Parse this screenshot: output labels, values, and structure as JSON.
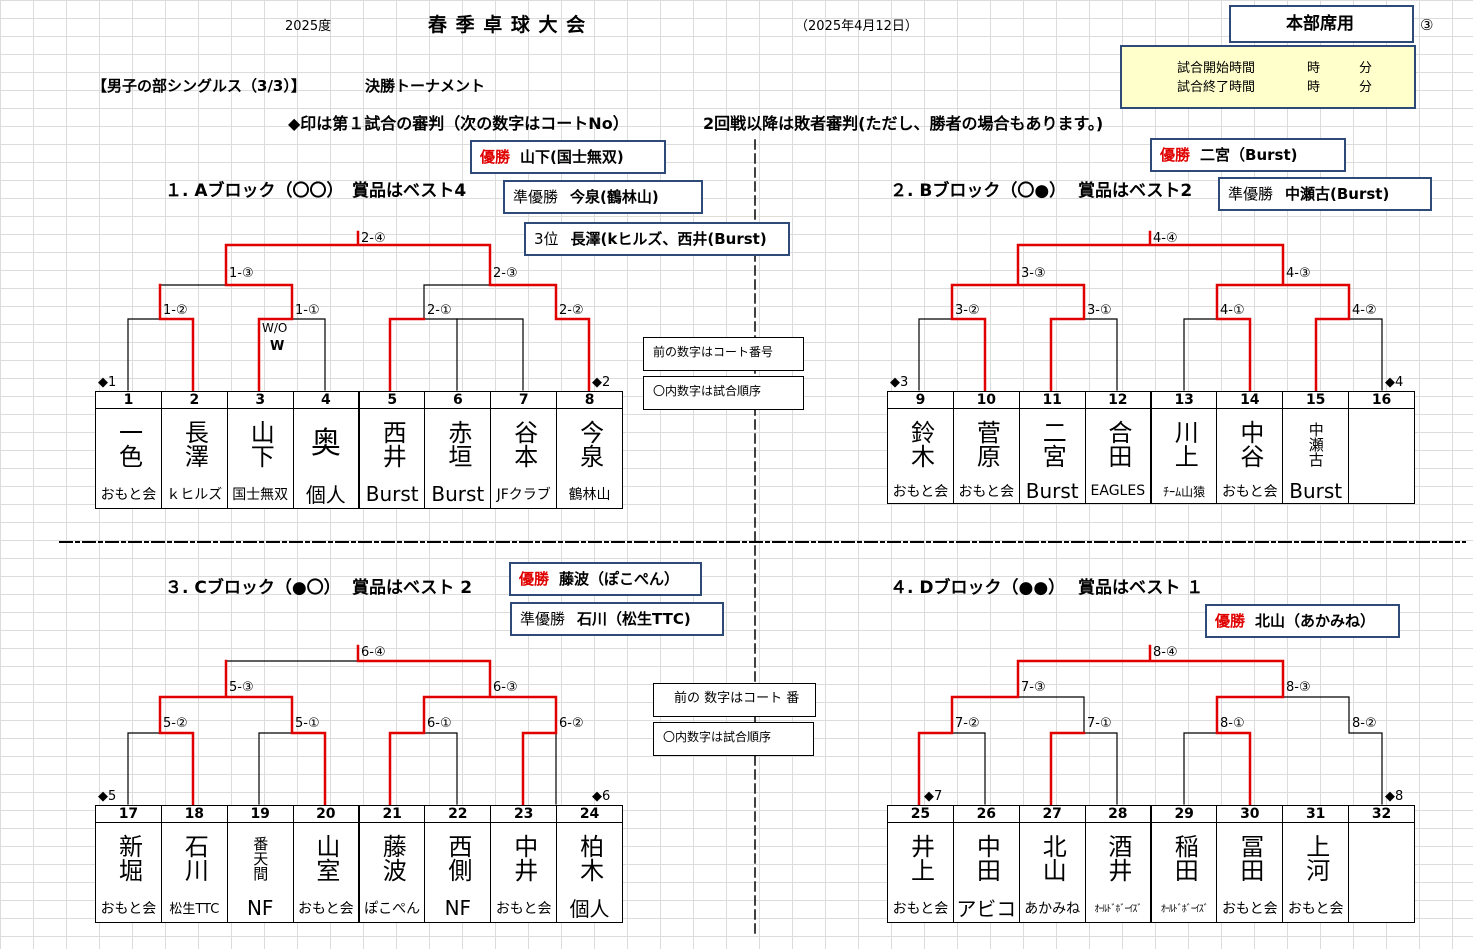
{
  "header": {
    "year": "2025度",
    "title": "春 季 卓 球 大 会",
    "date": "（2025年4月12日）",
    "hq_label": "本部席用",
    "page_mark": "③",
    "start_time": "試合開始時間　　　　時　　　分",
    "end_time": "試合終了時間　　　　時　　　分",
    "section": "【男子の部シングルス（3/3）】",
    "section2": "決勝トーナメント",
    "note1": "◆印は第１試合の審判（次の数字はコートNo）",
    "note2": "2回戦以降は敗者審判(ただし、勝者の場合もあります。)"
  },
  "legend_top": {
    "line1": "前の数字はコート番号",
    "line2": "〇内数字は試合順序"
  },
  "legend_bottom": {
    "line1": "前の 数字はコート 番",
    "line2": "〇内数字は試合順序"
  },
  "blocks": {
    "a": {
      "title": "１. Aブロック（〇〇）",
      "prize": "賞品はベスト4",
      "winner_label": "優勝",
      "winner": "山下(国士無双)",
      "runner_label": "準優勝",
      "runner": "今泉(鶴林山)",
      "third_label": "3位",
      "third": "長澤(kヒルズ、西井(Burst)",
      "matches": [
        "2-④",
        "1-③",
        "2-③",
        "1-②",
        "1-①",
        "2-①",
        "2-②"
      ],
      "wo1": "W/O",
      "wo2": "W",
      "refs": [
        "◆1",
        "◆2"
      ],
      "players": [
        {
          "no": "1",
          "name": "一色",
          "club": "おもと会"
        },
        {
          "no": "2",
          "name": "長澤",
          "club": "ｋヒルズ"
        },
        {
          "no": "3",
          "name": "山下",
          "club": "国士無双"
        },
        {
          "no": "4",
          "name": "奥",
          "club": "個人"
        },
        {
          "no": "5",
          "name": "西井",
          "club": "Burst"
        },
        {
          "no": "6",
          "name": "赤垣",
          "club": "Burst"
        },
        {
          "no": "7",
          "name": "谷本",
          "club": "JFクラブ"
        },
        {
          "no": "8",
          "name": "今泉",
          "club": "鶴林山"
        }
      ]
    },
    "b": {
      "title": "２. Bブロック（〇●）",
      "prize": "賞品はベスト2",
      "winner_label": "優勝",
      "winner": "二宮（Burst)",
      "runner_label": "準優勝",
      "runner": "中瀬古(Burst)",
      "matches": [
        "4-④",
        "3-③",
        "4-③",
        "3-②",
        "3-①",
        "4-①",
        "4-②"
      ],
      "refs": [
        "◆3",
        "◆4"
      ],
      "players": [
        {
          "no": "9",
          "name": "鈴木",
          "club": "おもと会"
        },
        {
          "no": "10",
          "name": "菅原",
          "club": "おもと会"
        },
        {
          "no": "11",
          "name": "二宮",
          "club": "Burst"
        },
        {
          "no": "12",
          "name": "合田",
          "club": "EAGLES"
        },
        {
          "no": "13",
          "name": "川上",
          "club": "ﾁｰﾑ山猿"
        },
        {
          "no": "14",
          "name": "中谷",
          "club": "おもと会"
        },
        {
          "no": "15",
          "name": "中瀬古",
          "club": "Burst"
        },
        {
          "no": "16",
          "name": "",
          "club": ""
        }
      ]
    },
    "c": {
      "title": "３. Cブロック（●〇）",
      "prize": "賞品はベスト 2",
      "winner_label": "優勝",
      "winner": "藤波（ぽこぺん）",
      "runner_label": "準優勝",
      "runner": "石川（松生TTC)",
      "matches": [
        "6-④",
        "5-③",
        "6-③",
        "5-②",
        "5-①",
        "6-①",
        "6-②"
      ],
      "refs": [
        "◆5",
        "◆6"
      ],
      "players": [
        {
          "no": "17",
          "name": "新堀",
          "club": "おもと会"
        },
        {
          "no": "18",
          "name": "石川",
          "club": "松生TTC"
        },
        {
          "no": "19",
          "name": "番天間",
          "club": "NF"
        },
        {
          "no": "20",
          "name": "山室",
          "club": "おもと会"
        },
        {
          "no": "21",
          "name": "藤波",
          "club": "ぽこぺん"
        },
        {
          "no": "22",
          "name": "西側",
          "club": "NF"
        },
        {
          "no": "23",
          "name": "中井",
          "club": "おもと会"
        },
        {
          "no": "24",
          "name": "柏木",
          "club": "個人"
        }
      ]
    },
    "d": {
      "title": "４. Dブロック（●●）",
      "prize": "賞品はベスト １",
      "winner_label": "優勝",
      "winner": "北山（あかみね）",
      "matches": [
        "8-④",
        "7-③",
        "8-③",
        "7-②",
        "7-①",
        "8-①",
        "8-②"
      ],
      "refs": [
        "◆7",
        "◆8"
      ],
      "players": [
        {
          "no": "25",
          "name": "井上",
          "club": "おもと会"
        },
        {
          "no": "26",
          "name": "中田",
          "club": "アビコ"
        },
        {
          "no": "27",
          "name": "北山",
          "club": "あかみね"
        },
        {
          "no": "28",
          "name": "酒井",
          "club": "ｵｰﾙﾄﾞﾎﾞｰｲｽﾞ"
        },
        {
          "no": "29",
          "name": "稲田",
          "club": "ｵｰﾙﾄﾞﾎﾞｰｲｽﾞ"
        },
        {
          "no": "30",
          "name": "冨田",
          "club": "おもと会"
        },
        {
          "no": "31",
          "name": "上河",
          "club": "おもと会"
        },
        {
          "no": "32",
          "name": "",
          "club": ""
        }
      ]
    }
  },
  "colors": {
    "win_line": "#e00000",
    "box_border": "#2e4a78",
    "time_box": "#ffffcc"
  }
}
